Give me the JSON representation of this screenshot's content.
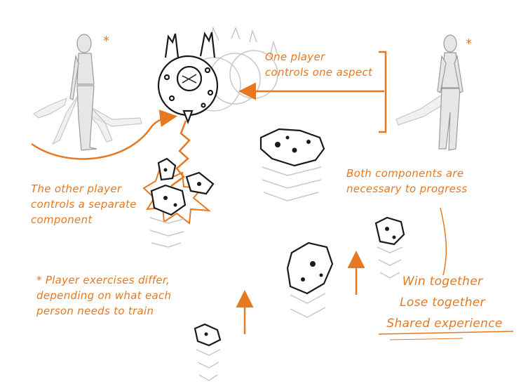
{
  "colors": {
    "accent": "#e8781f",
    "ink": "#1a1a1a",
    "ghost": "#c8c8c8",
    "figure": "#d8d8d8"
  },
  "annotations": {
    "one_player": "One player\ncontrols one aspect",
    "other_player": "The other player\ncontrols a separate\ncomponent",
    "both_components": "Both components are\nnecessary to progress",
    "exercises": "* Player exercises differ,\ndepending on what each\nperson needs to train",
    "win": "Win together",
    "lose": "Lose together",
    "shared": "Shared experience"
  },
  "icons": [
    "male-figure-icon",
    "female-figure-icon",
    "spaceship-icon",
    "asteroid-icon",
    "asterisk-icon",
    "arrow-icon",
    "explosion-icon"
  ]
}
